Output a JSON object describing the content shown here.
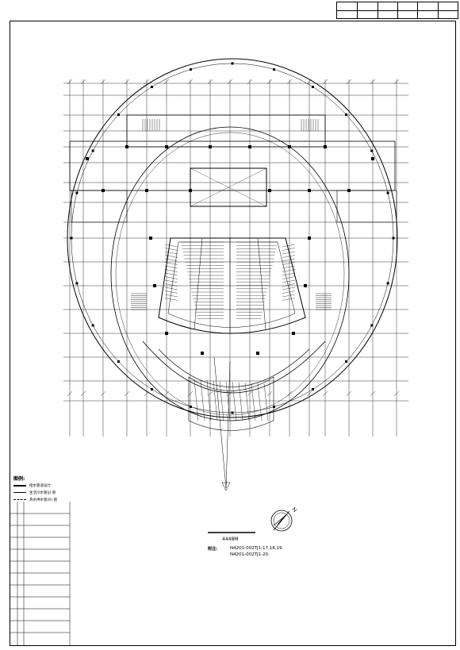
{
  "title_block": {
    "cells": [
      "",
      "",
      "",
      "",
      "",
      "",
      "",
      "",
      "",
      "",
      "",
      ""
    ]
  },
  "legend": {
    "title": "图例:",
    "items": [
      {
        "style": "solid",
        "label": "给水管道设计"
      },
      {
        "style": "thin",
        "label": "生活冷水管(J) 管"
      },
      {
        "style": "dash",
        "label": "热水供水管(R) 管"
      }
    ]
  },
  "scale": {
    "label": "4448M"
  },
  "notes": {
    "title": "附注:",
    "lines": [
      "N4201-002TJ1-17,18,19.",
      "N4201-002TJ1-20."
    ]
  },
  "north_arrow": {
    "label": "N"
  },
  "colors": {
    "ink": "#000000",
    "paper": "#ffffff"
  }
}
